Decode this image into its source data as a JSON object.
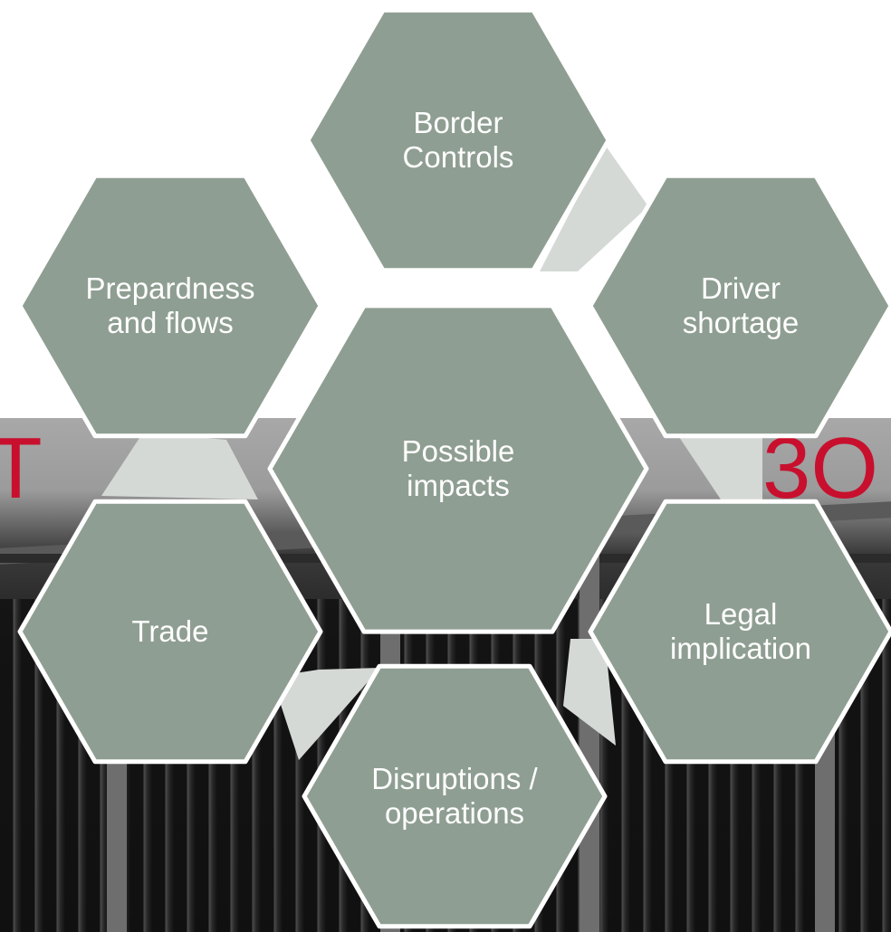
{
  "diagram": {
    "center": {
      "label": "Possible\nimpacts"
    },
    "nodes": [
      {
        "id": "border-controls",
        "label": "Border\nControls"
      },
      {
        "id": "driver-shortage",
        "label": "Driver\nshortage"
      },
      {
        "id": "legal-implication",
        "label": "Legal\nimplication"
      },
      {
        "id": "disruptions-operations",
        "label": "Disruptions /\noperations"
      },
      {
        "id": "trade",
        "label": "Trade"
      },
      {
        "id": "prepardness-and-flows",
        "label": "Prepardness\nand flows"
      }
    ],
    "background_sign": {
      "left_letter": "T",
      "right_letters": "3O"
    },
    "colors": {
      "hexagon_fill": "#8f9e92",
      "hexagon_stroke": "#ffffff",
      "connector_fill": "#d5d9d6",
      "label_text": "#ffffff",
      "sign_text": "#c8102e"
    }
  }
}
